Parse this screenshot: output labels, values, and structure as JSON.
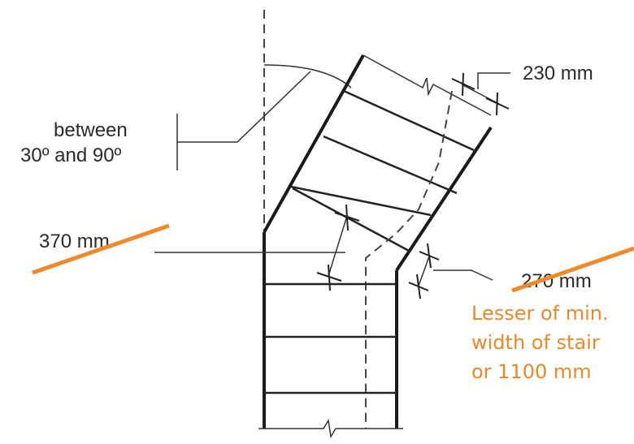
{
  "labels": {
    "angle_line1": "between",
    "angle_line2": "30º and 90º",
    "dim_top": "230 mm",
    "dim_left": "370 mm",
    "dim_right": "270 mm"
  },
  "note": {
    "line1": "Lesser of min.",
    "line2": "width of stair",
    "line3": "or 1100 mm"
  },
  "colors": {
    "line": "#222222",
    "strike": "#ee8a2c",
    "note_text": "#e38a2e"
  }
}
